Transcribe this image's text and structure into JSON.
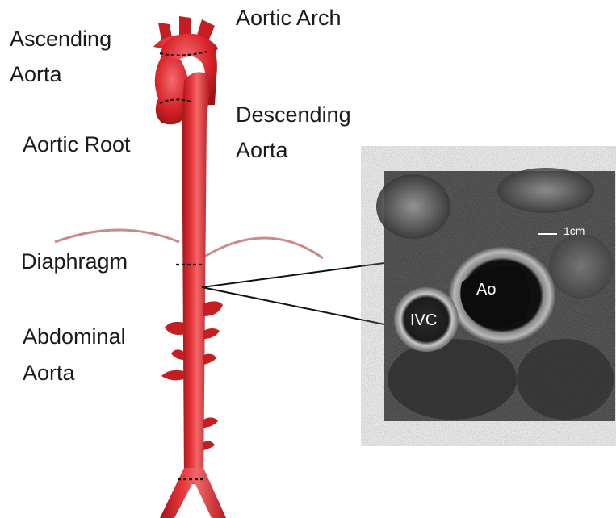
{
  "labels": {
    "aortic_arch": "Aortic Arch",
    "ascending_aorta_line1": "Ascending",
    "ascending_aorta_line2": "Aorta",
    "aortic_root": "Aortic Root",
    "descending_aorta_line1": "Descending",
    "descending_aorta_line2": "Aorta",
    "diaphragm": "Diaphragm",
    "abdominal_aorta_line1": "Abdominal",
    "abdominal_aorta_line2": "Aorta"
  },
  "mri_inset": {
    "scale_label": "1cm",
    "aorta_label": "Ao",
    "ivc_label": "IVC"
  },
  "colors": {
    "aorta": "#d8242a",
    "aorta_dark": "#a31418",
    "aorta_highlight": "#f0686a",
    "diaphragm": "#c98a8c",
    "mri_background": "#3a3a3a"
  }
}
